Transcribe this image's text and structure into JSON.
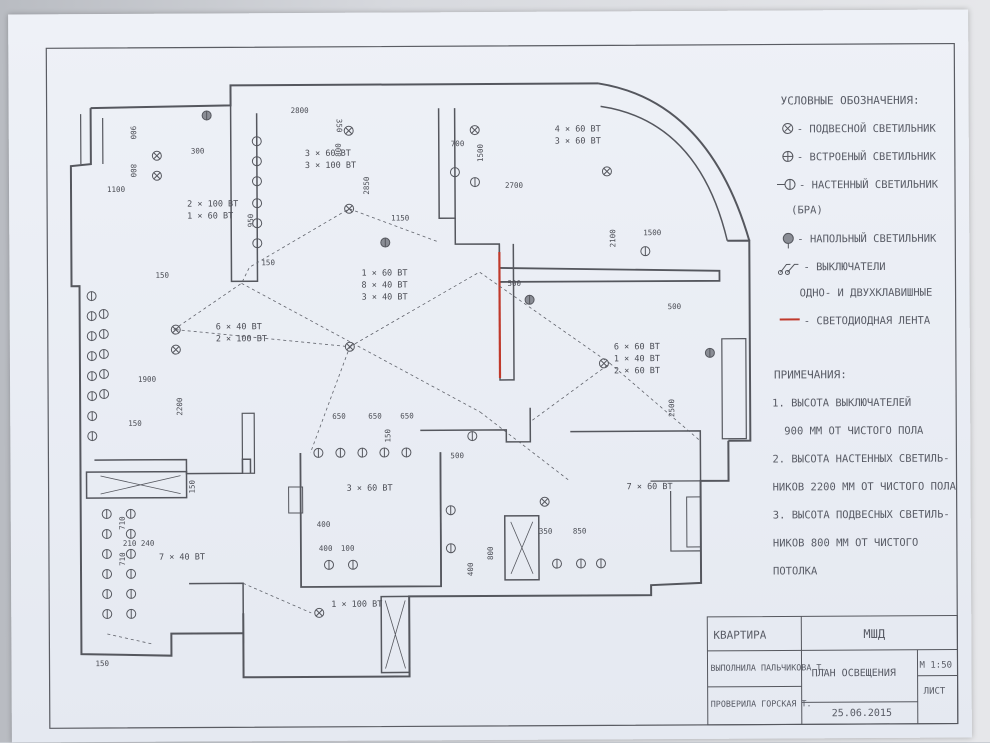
{
  "legend": {
    "title": "УСЛОВНЫЕ ОБОЗНАЧЕНИЯ:",
    "items": [
      {
        "icon": "pendant-light-icon",
        "label": "- ПОДВЕСНОЙ СВЕТИЛЬНИК"
      },
      {
        "icon": "recessed-light-icon",
        "label": "- ВСТРОЕНЫЙ СВЕТИЛЬНИК"
      },
      {
        "icon": "wall-light-icon",
        "label": "- НАСТЕННЫЙ СВЕТИЛЬНИК"
      },
      {
        "icon": "",
        "label": "(БРА)"
      },
      {
        "icon": "floor-lamp-icon",
        "label": "- НАПОЛЬНЫЙ СВЕТИЛЬНИК"
      },
      {
        "icon": "switch-icon",
        "label": "- ВЫКЛЮЧАТЕЛИ"
      },
      {
        "icon": "",
        "label": "ОДНО- И ДВУХКЛАВИШНЫЕ"
      },
      {
        "icon": "led-strip-icon",
        "label": "- СВЕТОДИОДНАЯ ЛЕНТА"
      }
    ]
  },
  "notes": {
    "title": "ПРИМЕЧАНИЯ:",
    "lines": [
      "1. ВЫСОТА ВЫКЛЮЧАТЕЛЕЙ",
      "900 ММ ОТ ЧИСТОГО ПОЛА",
      "2. ВЫСОТА НАСТЕННЫХ СВЕТИЛЬ-",
      "НИКОВ 2200 ММ ОТ ЧИСТОГО ПОЛА",
      "3. ВЫСОТА ПОДВЕСНЫХ СВЕТИЛЬ-",
      "НИКОВ 800 ММ ОТ ЧИСТОГО",
      "ПОТОЛКА"
    ]
  },
  "title_block": {
    "object": "КВАРТИРА",
    "org": "МШД",
    "performed_by": "ВЫПОЛНИЛА ПАЛЬЧИКОВА Т.",
    "checked_by": "ПРОВЕРИЛА ГОРСКАЯ Т.",
    "sheet_title": "ПЛАН ОСВЕЩЕНИЯ",
    "scale": "М 1:50",
    "sheet_label": "ЛИСТ",
    "date": "25.06.2015"
  },
  "plan": {
    "room_loads": [
      "2 × 100 ВТ",
      "1 × 60 ВТ",
      "3 × 60 ВТ",
      "3 × 100 ВТ",
      "4 × 60 ВТ",
      "3 × 60 ВТ",
      "1 × 60 ВТ",
      "8 × 40 ВТ",
      "3 × 40 ВТ",
      "6 × 40 ВТ",
      "2 × 100 ВТ",
      "6 × 60 ВТ",
      "1 × 40 ВТ",
      "2 × 60 ВТ",
      "3 × 60 ВТ",
      "7 × 60 ВТ",
      "7 × 40 ВТ",
      "1 × 100 ВТ"
    ],
    "dimensions": [
      "1100",
      "2800",
      "900",
      "800",
      "950",
      "150",
      "2850",
      "1150",
      "2700",
      "700",
      "1500",
      "2100",
      "1500",
      "500",
      "500",
      "1900",
      "2200",
      "150",
      "650",
      "650",
      "650",
      "150",
      "500",
      "400",
      "400",
      "100",
      "2500",
      "350",
      "850",
      "800",
      "710",
      "710",
      "210",
      "240",
      "150",
      "150",
      "300",
      "350",
      "800",
      "150",
      "400"
    ]
  }
}
